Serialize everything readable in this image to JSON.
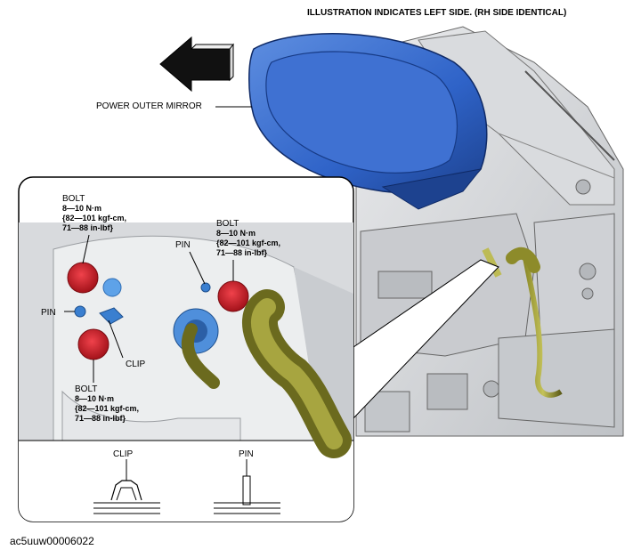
{
  "header_note": "ILLUSTRATION INDICATES LEFT SIDE. (RH SIDE IDENTICAL)",
  "labels": {
    "mirror": "POWER OUTER MIRROR",
    "clip": "CLIP",
    "pin": "PIN",
    "bolt": "BOLT"
  },
  "bolts": [
    {
      "label": "BOLT",
      "torque": [
        "8—10 N·m",
        "{82—101 kgf-cm,",
        "71—88 in-lbf}"
      ]
    },
    {
      "label": "BOLT",
      "torque": [
        "8—10 N·m",
        "{82—101 kgf-cm,",
        "71—88 in-lbf}"
      ]
    },
    {
      "label": "BOLT",
      "torque": [
        "8—10 N·m",
        "{82—101 kgf-cm,",
        "71—88 in-lbf}"
      ]
    }
  ],
  "detail_labels": {
    "clip": "CLIP",
    "pin": "PIN"
  },
  "figure_id": "ac5uuw00006022",
  "colors": {
    "mirror_blue": "#2f63c8",
    "bolt_red": "#d8202a",
    "harness_olive": "#6b6a1e",
    "clip_blue": "#3a7fd0"
  }
}
